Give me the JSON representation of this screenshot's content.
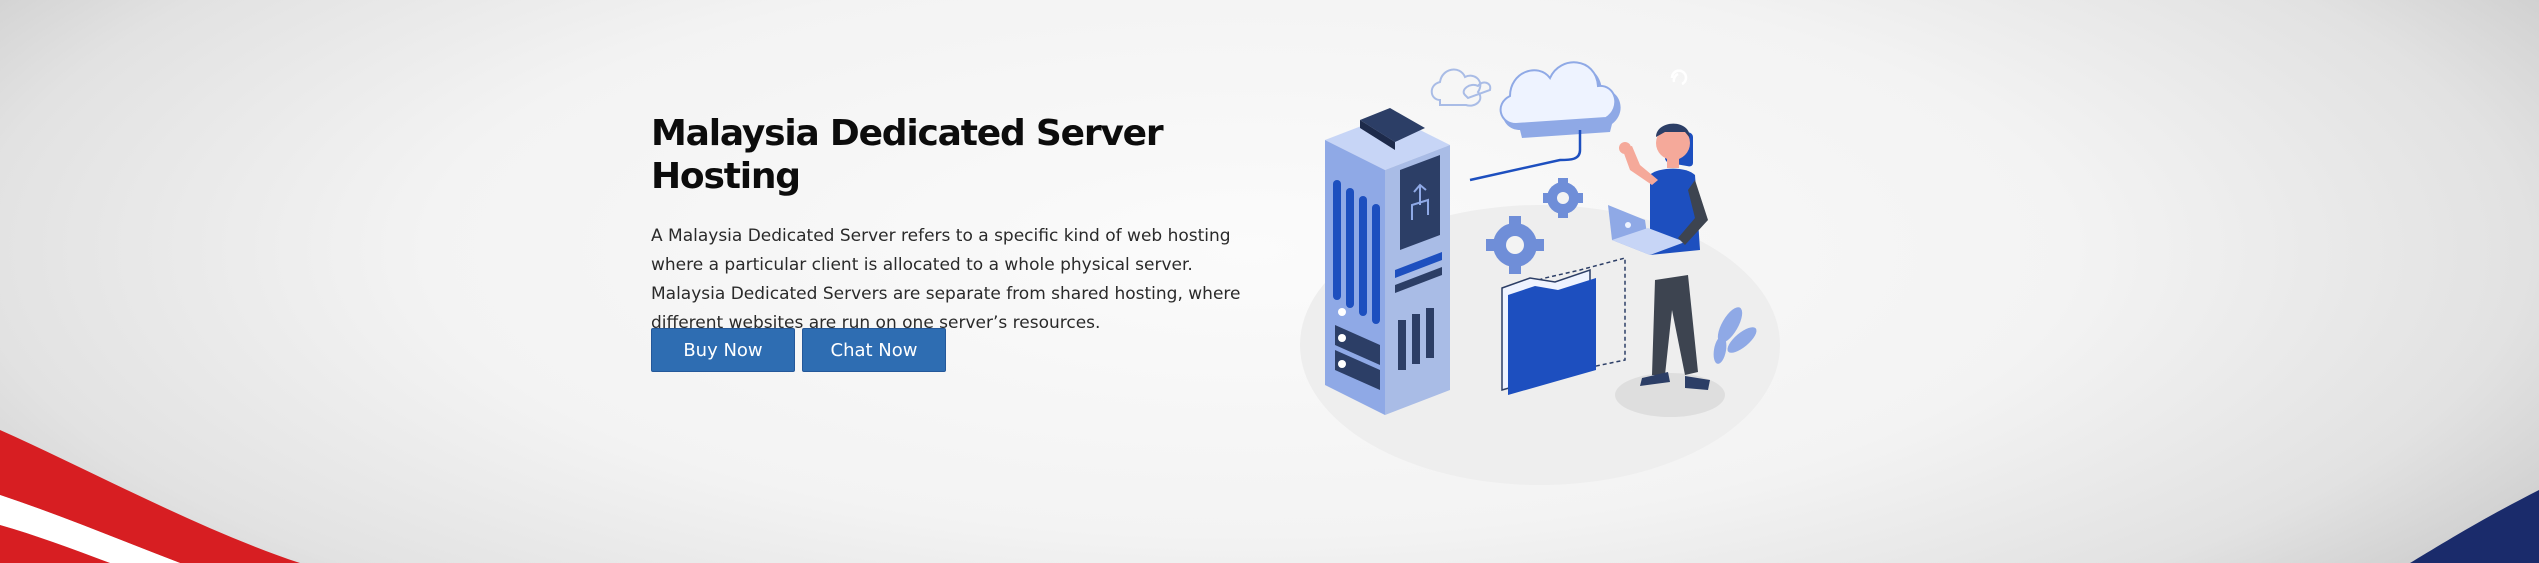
{
  "hero": {
    "title": "Malaysia Dedicated Server Hosting",
    "description": "A Malaysia Dedicated Server refers to a specific kind of web hosting where a particular client is allocated to a whole physical server. Malaysia Dedicated Servers are separate from shared hosting, where different websites are run on one server’s resources."
  },
  "buttons": {
    "buy_label": "Buy Now",
    "chat_label": "Chat Now"
  },
  "colors": {
    "button_bg": "#2e6db2",
    "flag_red": "#d71e22",
    "flag_navy": "#1a2b6b",
    "illustration_blue": "#1d4fbf"
  },
  "icons": [
    "server-rack-icon",
    "cloud-icon",
    "gear-icon",
    "folder-icon",
    "sync-icon",
    "person-with-laptop-icon"
  ]
}
